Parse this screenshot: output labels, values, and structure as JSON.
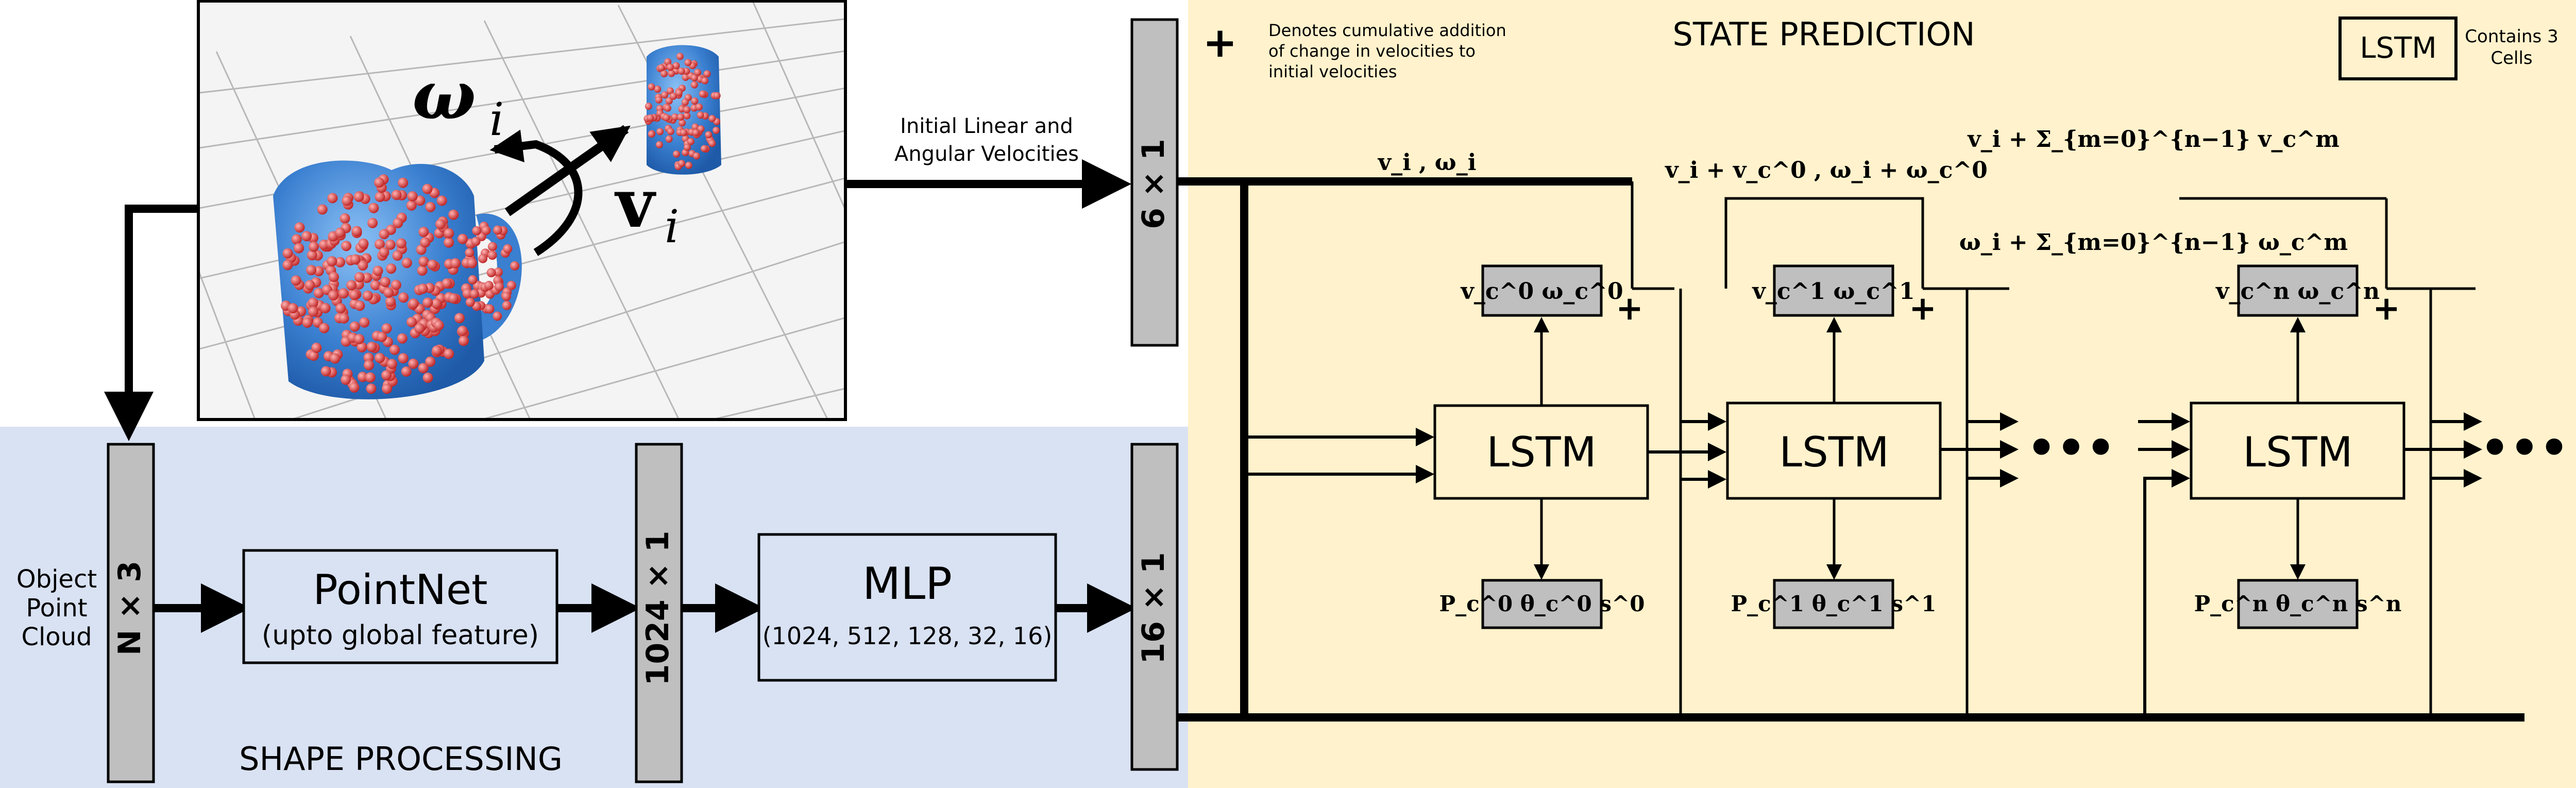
{
  "colors": {
    "shape_panel": "#d9e2f3",
    "state_panel": "#fff2cc",
    "bar_fill": "#bfbfbf",
    "box_fill": "#fff2cc",
    "mug_blue": "#4a8fdc",
    "particle_red": "#e04848"
  },
  "shape_panel": {
    "title": "SHAPE PROCESSING",
    "object_label": [
      "Object",
      "Point",
      "Cloud"
    ],
    "bar_input": "N × 3",
    "pointnet_title": "PointNet",
    "pointnet_sub": "(upto global feature)",
    "bar_pointnet_out": "1024 × 1",
    "mlp_title": "MLP",
    "mlp_sub": "(1024, 512, 128, 32, 16)",
    "bar_mlp_out": "16 × 1"
  },
  "velocity_input": {
    "arrow_label": [
      "Initial Linear and",
      "Angular Velocities"
    ],
    "bar": "6 × 1",
    "omega_symbol": "ω",
    "omega_sub": "i",
    "v_symbol": "v",
    "v_sub": "i"
  },
  "state_panel": {
    "title": "STATE PREDICTION",
    "legend_plus_symbol": "+",
    "legend_plus_text": [
      "Denotes cumulative addition",
      "of change in velocities to",
      "initial velocities"
    ],
    "legend_lstm_box": "LSTM",
    "legend_lstm_text": [
      "Contains 3",
      "Cells"
    ],
    "input_label": "v_i , ω_i",
    "cell0": {
      "lstm": "LSTM",
      "delta": "v_c^0  ω_c^0",
      "output": "P_c^0  θ_c^0  s^0",
      "sum_label": "v_i + v_c^0 , ω_i + ω_c^0"
    },
    "cell1": {
      "lstm": "LSTM",
      "delta": "v_c^1  ω_c^1",
      "output": "P_c^1  θ_c^1  s^1"
    },
    "celln": {
      "lstm": "LSTM",
      "delta": "v_c^n  ω_c^n",
      "output": "P_c^n  θ_c^n  s^n",
      "sum_v": "v_i + Σ_{m=0}^{n−1} v_c^m",
      "sum_w": "ω_i + Σ_{m=0}^{n−1} ω_c^m"
    },
    "plus_sign": "+",
    "ellipsis": "•••"
  }
}
